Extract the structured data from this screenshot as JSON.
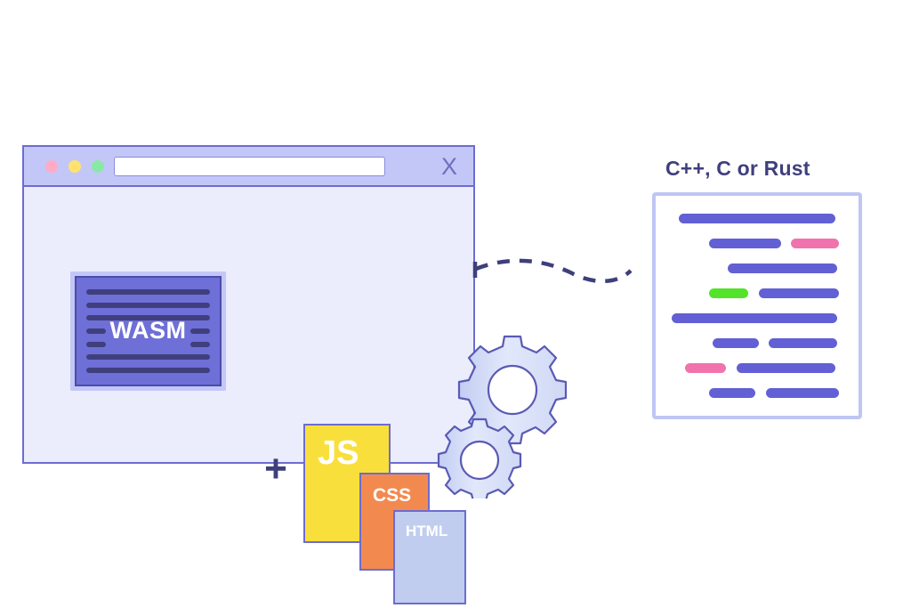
{
  "diagram": {
    "title_right": "C++, C or Rust",
    "browser": {
      "close_label": "X",
      "address_bar_value": "",
      "address_bar_placeholder": "",
      "traffic_lights": [
        {
          "name": "close",
          "color": "#ffabc6"
        },
        {
          "name": "minimize",
          "color": "#ffe36e"
        },
        {
          "name": "maximize",
          "color": "#8ae8a6"
        }
      ]
    },
    "wasm": {
      "label": "WASM",
      "fill": "#6f6fd8",
      "border": "#4b4ba8",
      "line_color": "#3f3f7d",
      "line_count": 7
    },
    "operator": "+",
    "cards": [
      {
        "label": "JS",
        "color": "#f9df3c",
        "text_color": "#ffffff",
        "z": 1
      },
      {
        "label": "CSS",
        "color": "#f28a50",
        "text_color": "#ffffff",
        "z": 2
      },
      {
        "label": "HTML",
        "color": "#c0cdee",
        "text_color": "#ffffff",
        "z": 3
      }
    ],
    "gears": {
      "count": 2,
      "fill": "#ccd5f5",
      "stroke": "#5a5ab4",
      "large_teeth": 10,
      "small_teeth": 10
    },
    "connector": {
      "style": "dashed",
      "color": "#3f3f7d",
      "from": "browser-right-edge",
      "to": "code-panel-left"
    },
    "code_panel": {
      "border_color": "#bec6f5",
      "background": "#ffffff",
      "rows": [
        {
          "segments": [
            {
              "w": 4,
              "c": "spacer"
            },
            {
              "w": 92,
              "c": "purple"
            }
          ]
        },
        {
          "segments": [
            {
              "w": 22,
              "c": "spacer"
            },
            {
              "w": 42,
              "c": "purple"
            },
            {
              "w": 6,
              "c": "spacer"
            },
            {
              "w": 28,
              "c": "pink"
            }
          ]
        },
        {
          "segments": [
            {
              "w": 33,
              "c": "spacer"
            },
            {
              "w": 64,
              "c": "purple"
            }
          ]
        },
        {
          "segments": [
            {
              "w": 22,
              "c": "spacer"
            },
            {
              "w": 23,
              "c": "green"
            },
            {
              "w": 6,
              "c": "spacer"
            },
            {
              "w": 47,
              "c": "purple"
            }
          ]
        },
        {
          "segments": [
            {
              "w": 0,
              "c": "spacer"
            },
            {
              "w": 97,
              "c": "purple"
            }
          ]
        },
        {
          "segments": [
            {
              "w": 24,
              "c": "spacer"
            },
            {
              "w": 27,
              "c": "purple"
            },
            {
              "w": 6,
              "c": "spacer"
            },
            {
              "w": 40,
              "c": "purple"
            }
          ]
        },
        {
          "segments": [
            {
              "w": 8,
              "c": "spacer"
            },
            {
              "w": 24,
              "c": "pink"
            },
            {
              "w": 6,
              "c": "spacer"
            },
            {
              "w": 58,
              "c": "purple"
            }
          ]
        },
        {
          "segments": [
            {
              "w": 22,
              "c": "spacer"
            },
            {
              "w": 27,
              "c": "purple"
            },
            {
              "w": 6,
              "c": "spacer"
            },
            {
              "w": 43,
              "c": "purple"
            }
          ]
        }
      ]
    }
  }
}
